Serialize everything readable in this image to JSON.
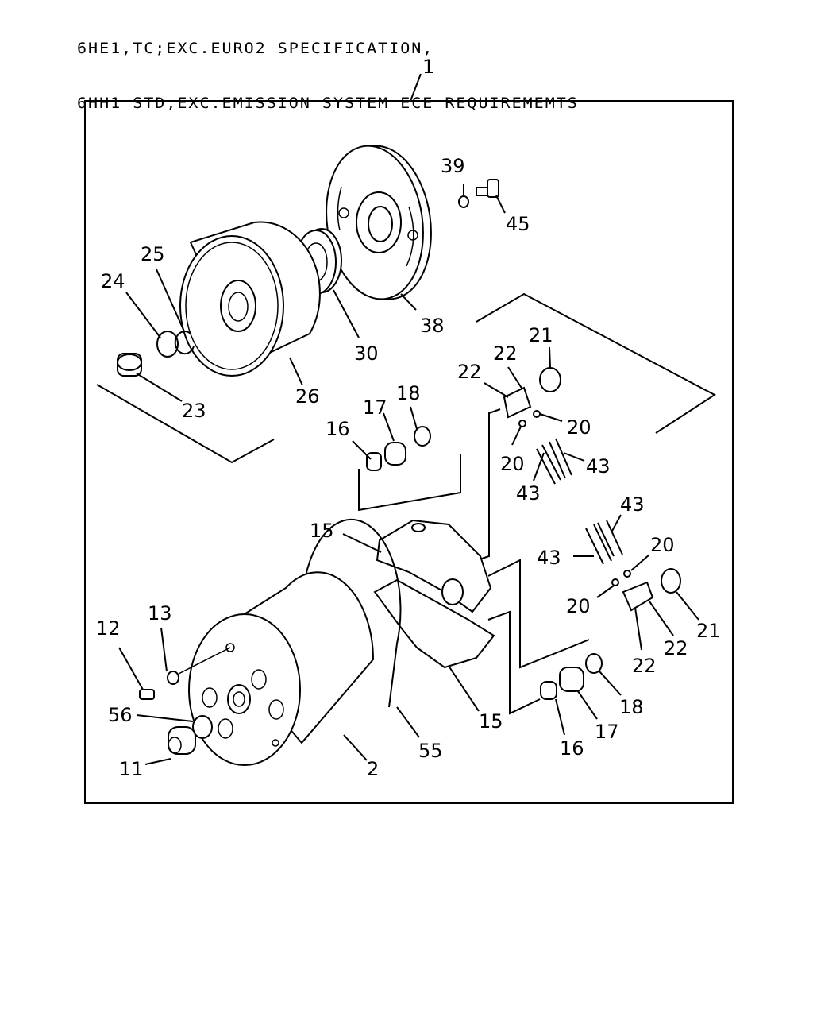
{
  "header": {
    "line1": "6HE1,TC;EXC.EURO2 SPECIFICATION,",
    "line2": "6HH1 STD;EXC.EMISSION SYSTEM ECE REQUIREMEMTS"
  },
  "labels": {
    "l1": "1",
    "l2": "2",
    "l11": "11",
    "l12": "12",
    "l13": "13",
    "l15a": "15",
    "l15b": "15",
    "l16a": "16",
    "l16b": "16",
    "l17a": "17",
    "l17b": "17",
    "l18a": "18",
    "l18b": "18",
    "l20a": "20",
    "l20b": "20",
    "l20c": "20",
    "l20d": "20",
    "l21a": "21",
    "l21b": "21",
    "l22a": "22",
    "l22b": "22",
    "l22c": "22",
    "l22d": "22",
    "l23": "23",
    "l24": "24",
    "l25": "25",
    "l26": "26",
    "l30": "30",
    "l38": "38",
    "l39": "39",
    "l43a": "43",
    "l43b": "43",
    "l43c": "43",
    "l43d": "43",
    "l45": "45",
    "l55": "55",
    "l56": "56"
  }
}
